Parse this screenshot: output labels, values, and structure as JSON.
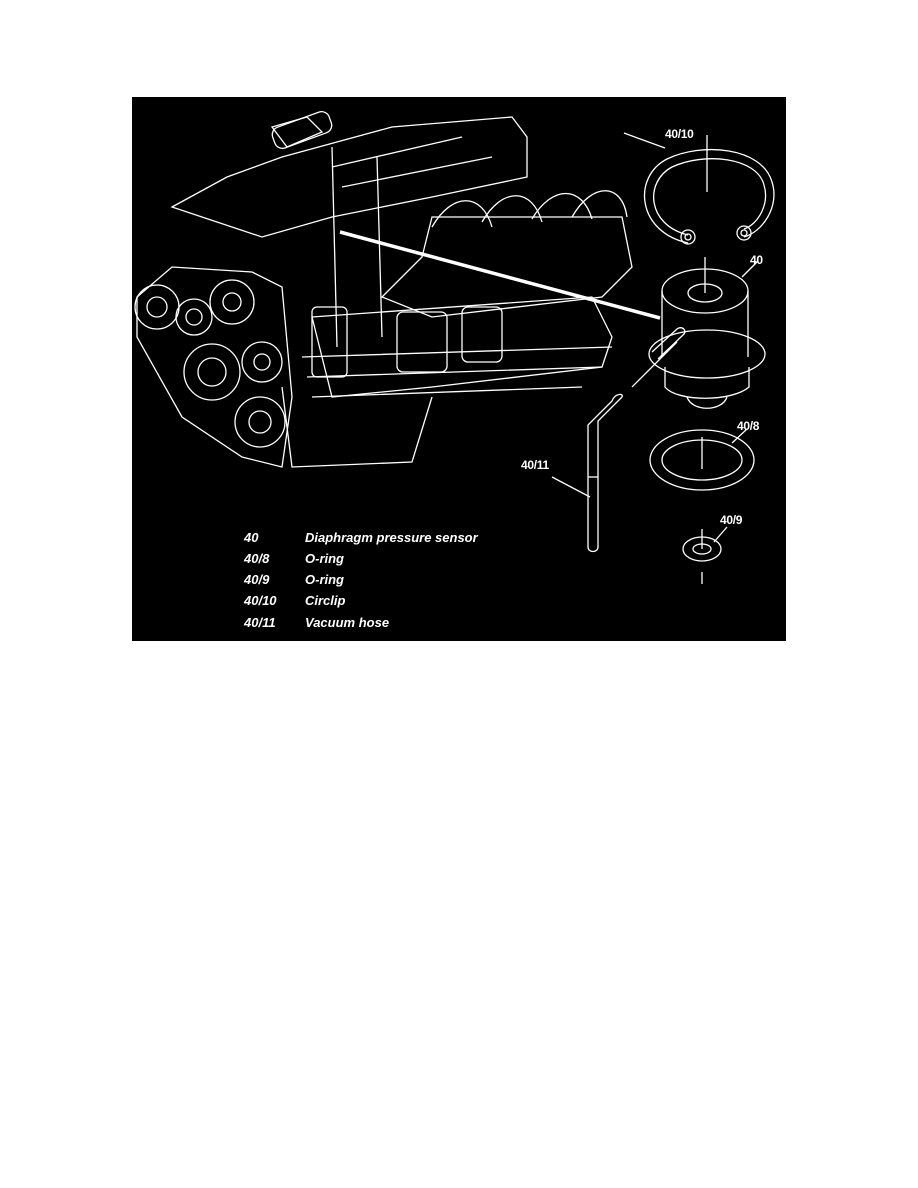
{
  "figure": {
    "callouts": {
      "c40": "40",
      "c40_8": "40/8",
      "c40_9": "40/9",
      "c40_10": "40/10",
      "c40_11": "40/11"
    },
    "legend": [
      {
        "code": "40",
        "name": "Diaphragm pressure sensor"
      },
      {
        "code": "40/8",
        "name": "O-ring"
      },
      {
        "code": "40/9",
        "name": "O-ring"
      },
      {
        "code": "40/10",
        "name": "Circlip"
      },
      {
        "code": "40/11",
        "name": "Vacuum hose"
      }
    ]
  }
}
